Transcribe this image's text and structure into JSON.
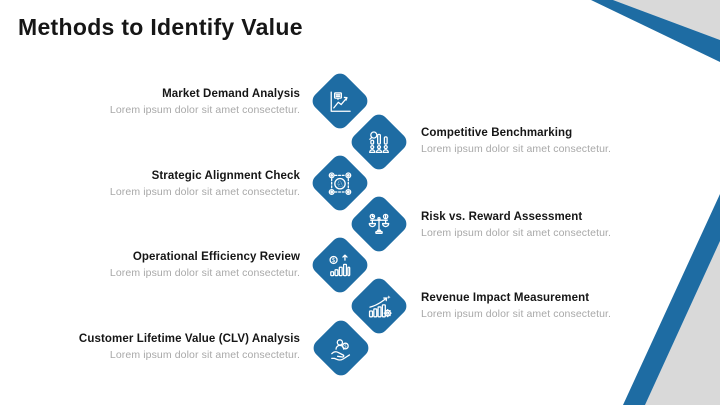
{
  "slide": {
    "title": "Methods to Identify Value"
  },
  "items": [
    {
      "title": "Market Demand Analysis",
      "description": "Lorem ipsum dolor sit amet consectetur.",
      "icon": "market-demand-analysis-icon",
      "side": "left"
    },
    {
      "title": "Competitive Benchmarking",
      "description": "Lorem ipsum dolor sit amet consectetur.",
      "icon": "competitive-benchmarking-icon",
      "side": "right"
    },
    {
      "title": "Strategic Alignment Check",
      "description": "Lorem ipsum dolor sit amet consectetur.",
      "icon": "strategic-alignment-icon",
      "side": "left"
    },
    {
      "title": "Risk vs. Reward Assessment",
      "description": "Lorem ipsum dolor sit amet consectetur.",
      "icon": "risk-reward-balance-icon",
      "side": "right"
    },
    {
      "title": "Operational Efficiency Review",
      "description": "Lorem ipsum dolor sit amet consectetur.",
      "icon": "operational-efficiency-icon",
      "side": "left"
    },
    {
      "title": "Revenue Impact Measurement",
      "description": "Lorem ipsum dolor sit amet consectetur.",
      "icon": "revenue-impact-icon",
      "side": "right"
    },
    {
      "title": "Customer Lifetime Value (CLV) Analysis",
      "description": "Lorem ipsum dolor sit amet consectetur.",
      "icon": "customer-lifetime-value-icon",
      "side": "left"
    }
  ],
  "colors": {
    "accent_blue": "#1E6CA3",
    "corner_gray": "#D9D9D9",
    "title_text": "#161616",
    "description_text": "#A8A8A8"
  }
}
